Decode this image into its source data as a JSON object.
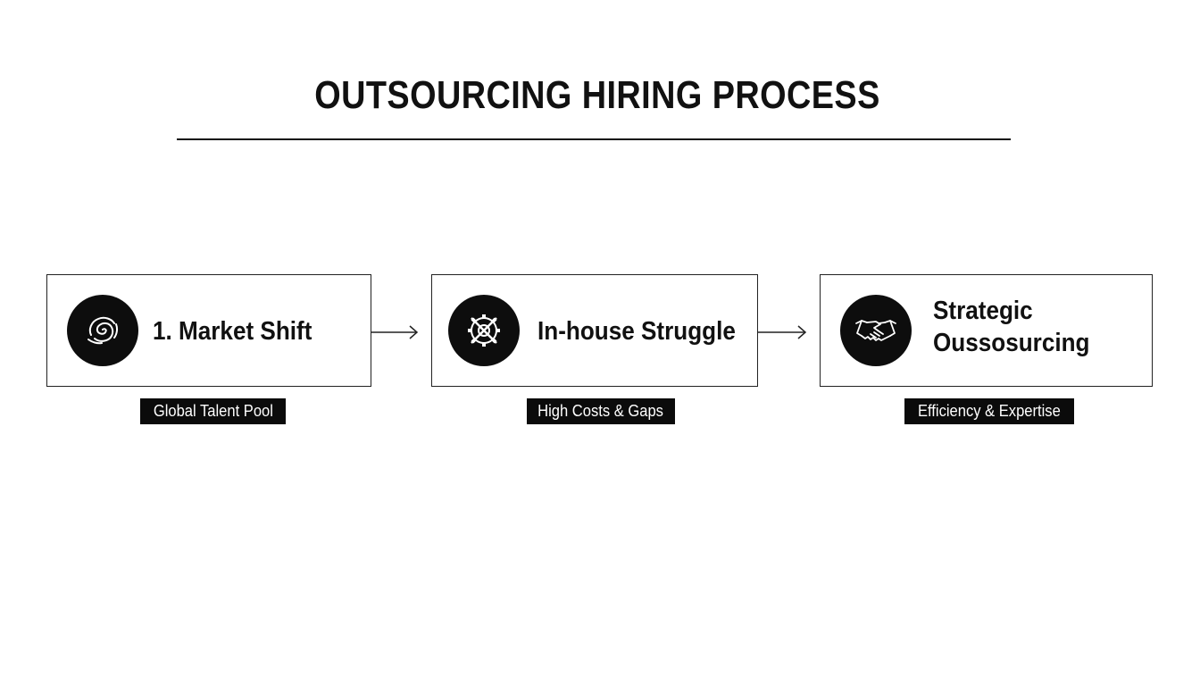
{
  "title": "OUTSOURCING HIRING PROCESS",
  "steps": [
    {
      "label": "1. Market Shift",
      "icon": "swirl-icon",
      "tag": "Global Talent Pool"
    },
    {
      "label": "In-house Struggle",
      "icon": "broken-gear-icon",
      "tag": "High Costs & Gaps"
    },
    {
      "label_line1": "Strategic",
      "label_line2": "Oussosurcing",
      "icon": "handshake-icon",
      "tag": "Efficiency & Expertise"
    }
  ],
  "colors": {
    "ink": "#111111",
    "background": "#ffffff",
    "tag_bg": "#0b0b0b",
    "tag_text": "#ffffff"
  }
}
